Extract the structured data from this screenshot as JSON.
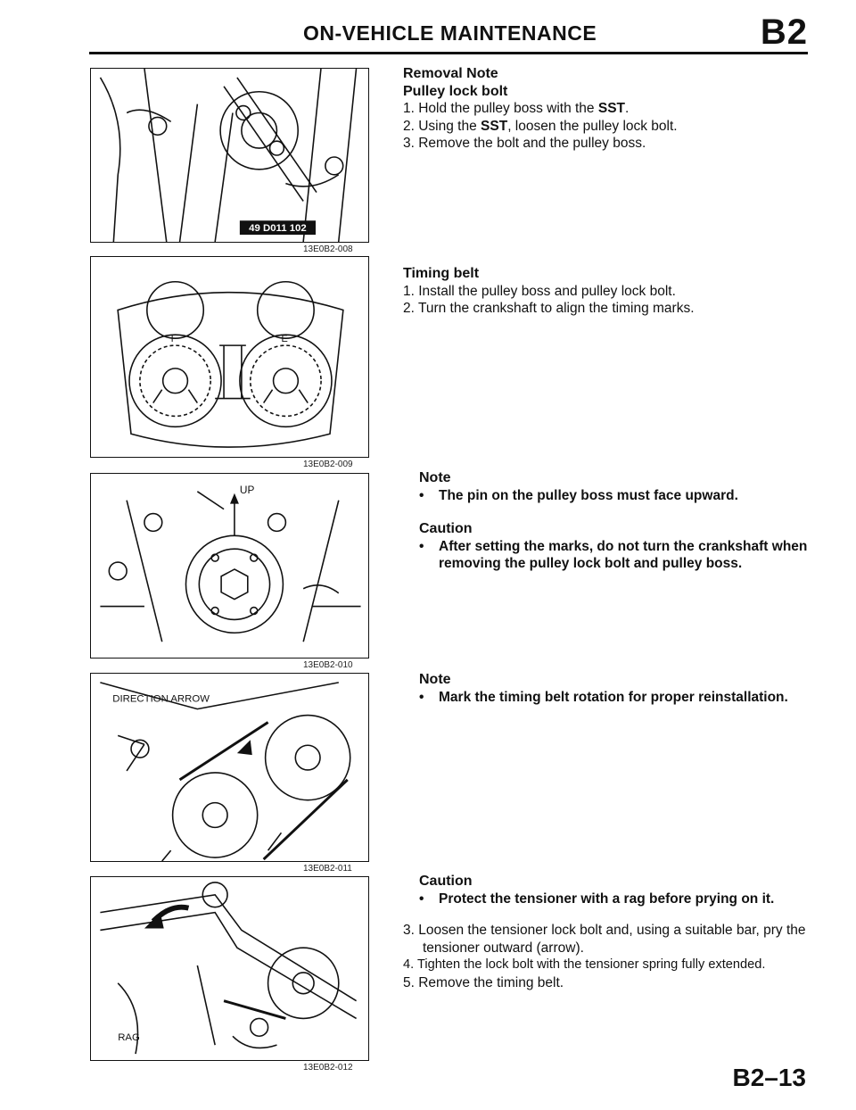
{
  "header": {
    "title": "ON-VEHICLE MAINTENANCE",
    "section_code": "B2"
  },
  "figures": [
    {
      "code": "13E0B2-008",
      "tool_label": "49 D011 102"
    },
    {
      "code": "13E0B2-009",
      "marks": [
        "I",
        "E"
      ]
    },
    {
      "code": "13E0B2-010",
      "label": "UP"
    },
    {
      "code": "13E0B2-011",
      "label": "DIRECTION ARROW"
    },
    {
      "code": "13E0B2-012",
      "label": "RAG"
    }
  ],
  "sections": {
    "removal_note": {
      "heading": "Removal Note",
      "subheading": "Pulley lock bolt",
      "step1_pre": "1. Hold the pulley boss with the ",
      "step1_bold": "SST",
      "step1_post": ".",
      "step2_pre": "2. Using the ",
      "step2_bold": "SST",
      "step2_post": ", loosen the pulley lock bolt.",
      "step3": "3. Remove the bolt and the pulley boss."
    },
    "timing_belt": {
      "heading": "Timing belt",
      "step1": "1. Install the pulley boss and pulley lock bolt.",
      "step2": "2. Turn the crankshaft to align the timing marks."
    },
    "note1": {
      "label": "Note",
      "text": "The pin on the pulley boss must face upward."
    },
    "caution1": {
      "label": "Caution",
      "text": "After setting the marks, do not turn the crankshaft when removing the pulley lock bolt and pulley boss."
    },
    "note2": {
      "label": "Note",
      "text": "Mark the timing belt rotation for proper reinstallation."
    },
    "caution2": {
      "label": "Caution",
      "text": "Protect the tensioner with a rag before prying on it."
    },
    "final_steps": {
      "step3": "3. Loosen the tensioner lock bolt and, using a suitable bar, pry the tensioner outward (arrow).",
      "step4": "4. Tighten the lock bolt with the tensioner spring fully extended.",
      "step5": "5. Remove the timing belt."
    }
  },
  "footer": {
    "page_number": "B2–13"
  }
}
